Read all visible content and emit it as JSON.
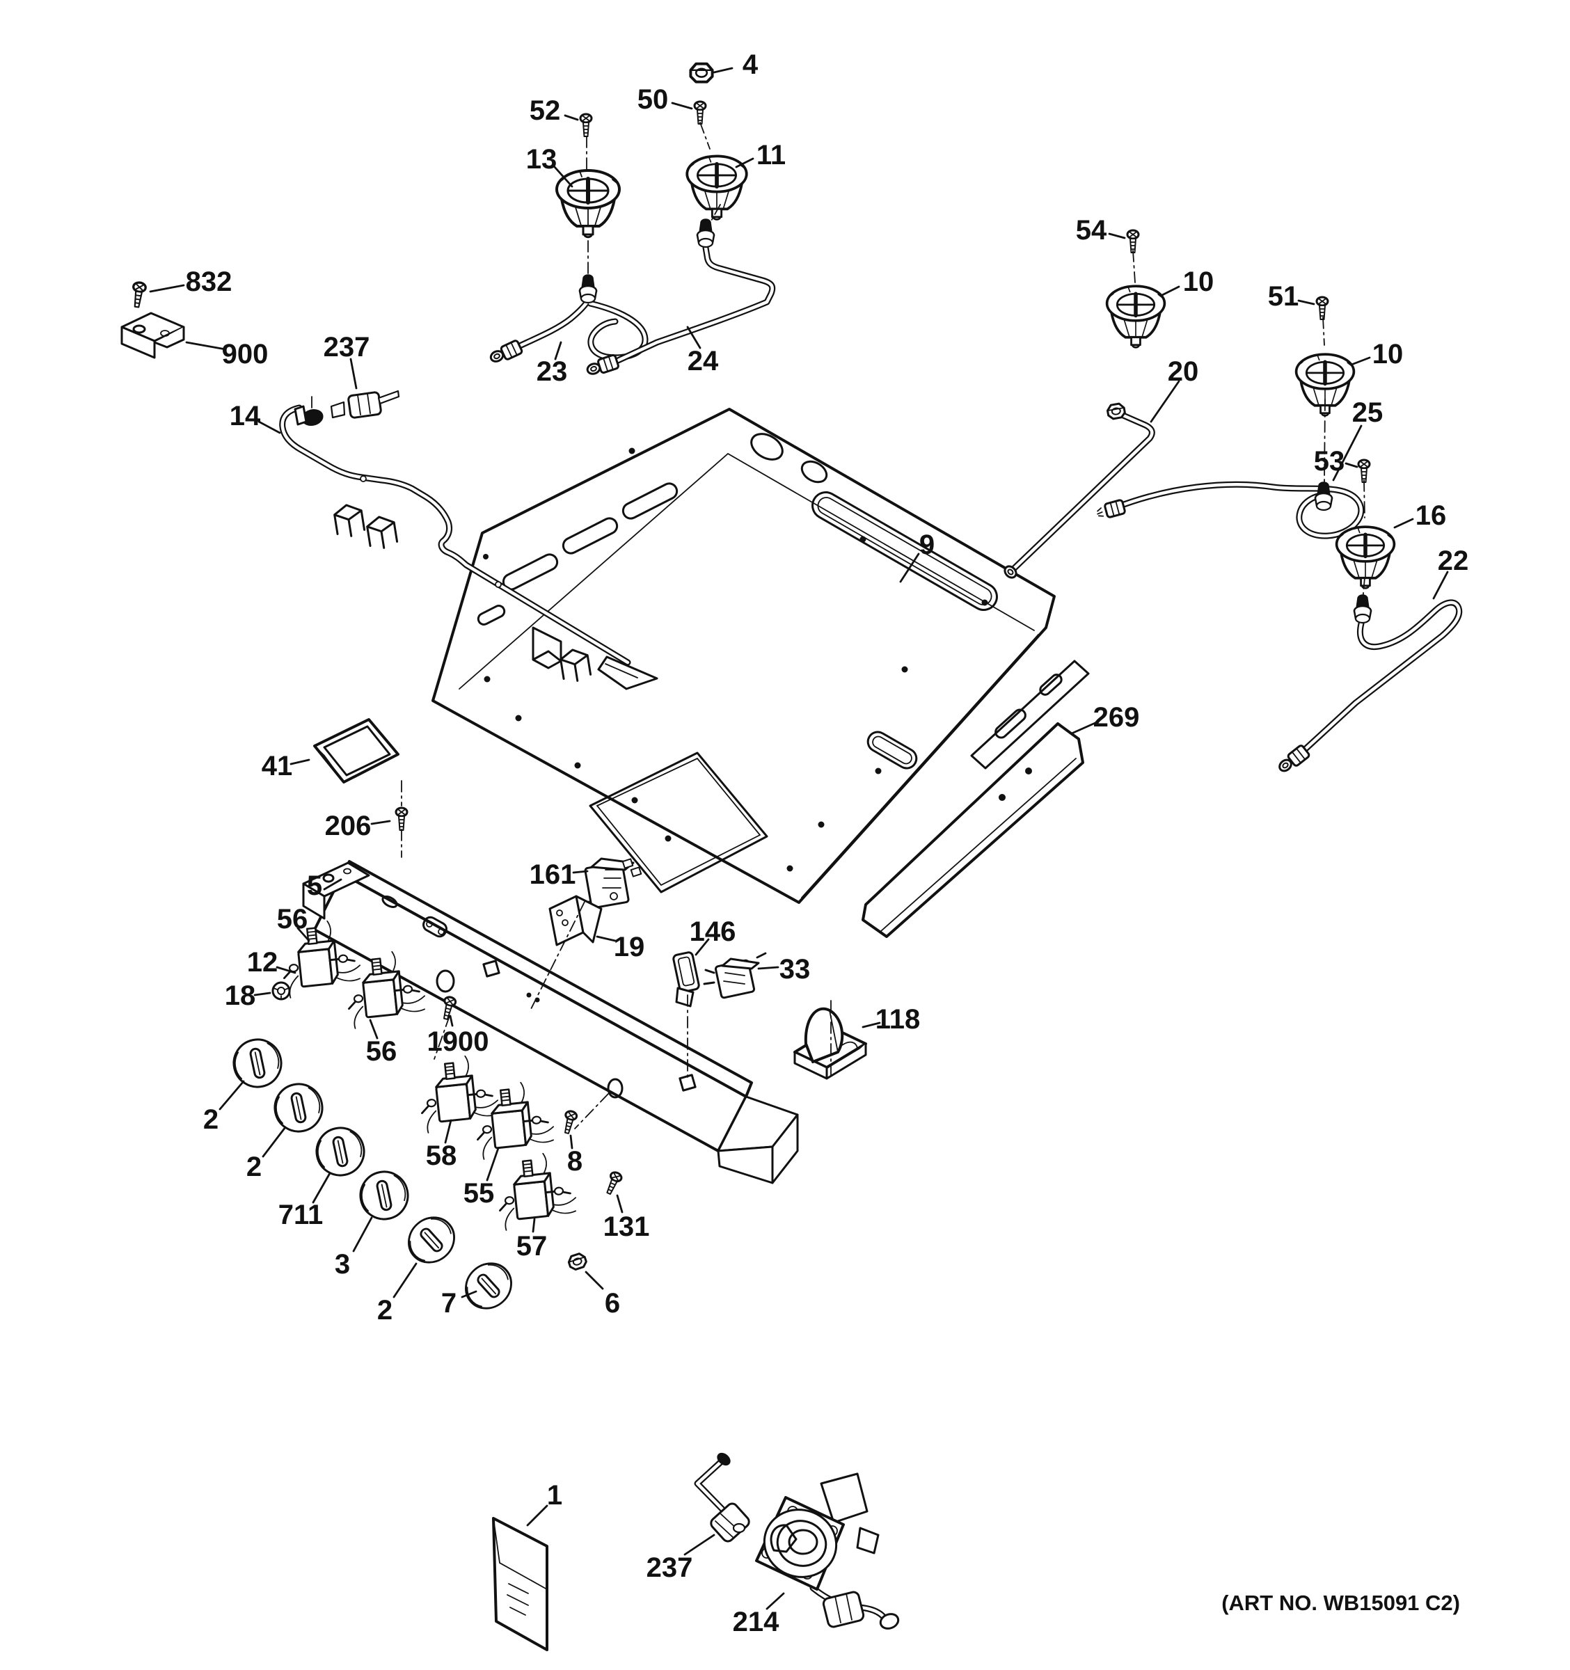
{
  "page": {
    "background": "#ffffff",
    "ink": "#111111",
    "kind": "exploded-parts-diagram"
  },
  "footer": {
    "art_no": "(ART NO. WB15091 C2)"
  },
  "glyphs": [
    "burner-cap-icon",
    "screw-icon",
    "nut-icon",
    "washer-icon",
    "orifice-holder-icon",
    "gas-valve-icon",
    "control-knob-icon",
    "gas-tube-icon",
    "clip-icon",
    "bracket-icon",
    "spark-module-icon",
    "switch-icon",
    "grommet-icon",
    "pressure-regulator-icon",
    "envelope-icon",
    "manifold-icon",
    "burner-box-panel-icon",
    "rail-icon"
  ],
  "callouts": {
    "c4": {
      "label": "4"
    },
    "c50": {
      "label": "50"
    },
    "c52": {
      "label": "52"
    },
    "c13": {
      "label": "13"
    },
    "c11": {
      "label": "11"
    },
    "c23": {
      "label": "23"
    },
    "c24": {
      "label": "24"
    },
    "c54": {
      "label": "54"
    },
    "c10a": {
      "label": "10"
    },
    "c51": {
      "label": "51"
    },
    "c10b": {
      "label": "10"
    },
    "c20": {
      "label": "20"
    },
    "c25": {
      "label": "25"
    },
    "c53": {
      "label": "53"
    },
    "c16": {
      "label": "16"
    },
    "c22": {
      "label": "22"
    },
    "c9": {
      "label": "9"
    },
    "c832": {
      "label": "832"
    },
    "c900": {
      "label": "900"
    },
    "c237t": {
      "label": "237"
    },
    "c14": {
      "label": "14"
    },
    "c41": {
      "label": "41"
    },
    "c206": {
      "label": "206"
    },
    "c269": {
      "label": "269"
    },
    "c5": {
      "label": "5"
    },
    "c161": {
      "label": "161"
    },
    "c19": {
      "label": "19"
    },
    "c146": {
      "label": "146"
    },
    "c33": {
      "label": "33"
    },
    "c118": {
      "label": "118"
    },
    "c56a": {
      "label": "56"
    },
    "c12": {
      "label": "12"
    },
    "c18": {
      "label": "18"
    },
    "c56b": {
      "label": "56"
    },
    "c1900": {
      "label": "1900"
    },
    "c2a": {
      "label": "2"
    },
    "c2b": {
      "label": "2"
    },
    "c711": {
      "label": "711"
    },
    "c3": {
      "label": "3"
    },
    "c58": {
      "label": "58"
    },
    "c55": {
      "label": "55"
    },
    "c57": {
      "label": "57"
    },
    "c8": {
      "label": "8"
    },
    "c131": {
      "label": "131"
    },
    "c2c": {
      "label": "2"
    },
    "c7": {
      "label": "7"
    },
    "c6": {
      "label": "6"
    },
    "c1": {
      "label": "1"
    },
    "c237b": {
      "label": "237"
    },
    "c214": {
      "label": "214"
    }
  }
}
